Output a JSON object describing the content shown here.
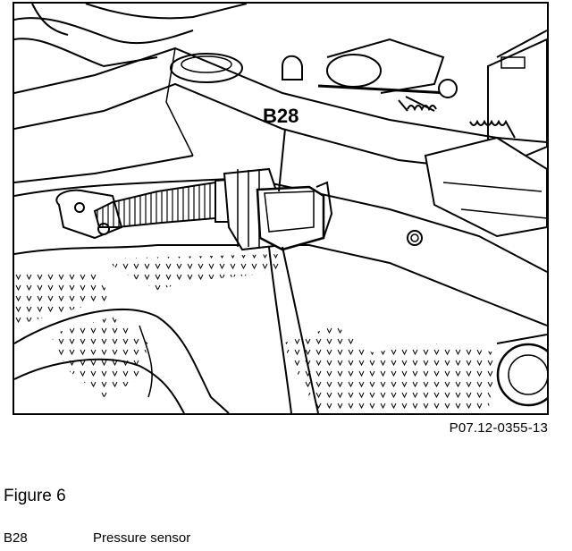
{
  "figure": {
    "callout_label": "B28",
    "reference_code": "P07.12-0355-13",
    "title": "Figure 6"
  },
  "legend": [
    {
      "key": "B28",
      "description": "Pressure sensor"
    }
  ]
}
